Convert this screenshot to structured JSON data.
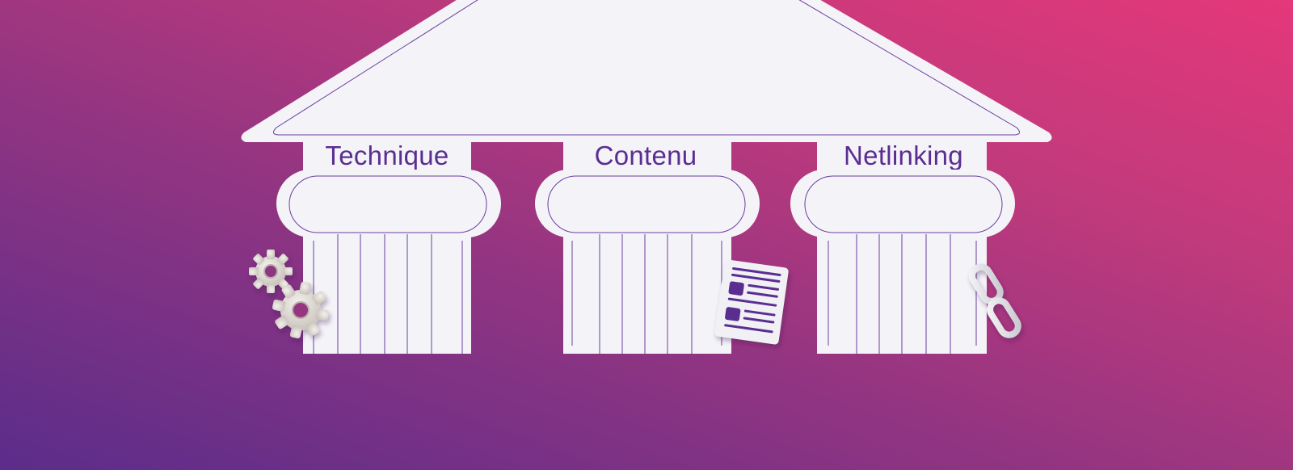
{
  "colors": {
    "background_start": "#5b2d8a",
    "background_end": "#e4387a",
    "temple_fill": "#f4f4f8",
    "outline": "#6a3ea1",
    "label": "#5a2d91",
    "icon_accent": "#5a2d91",
    "icon_neutral": "#d9d4cf"
  },
  "pillars": [
    {
      "label": "Technique",
      "icon": "gears-icon"
    },
    {
      "label": "Contenu",
      "icon": "document-icon"
    },
    {
      "label": "Netlinking",
      "icon": "chain-link-icon"
    }
  ]
}
